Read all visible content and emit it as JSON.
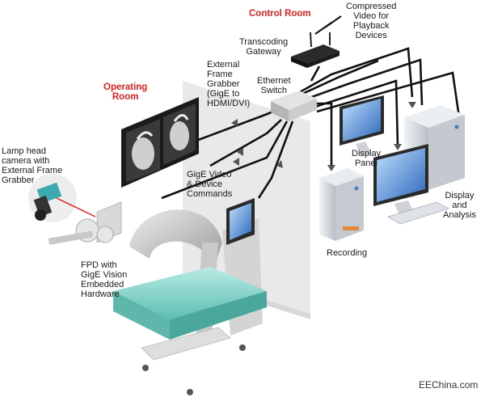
{
  "labels": {
    "control_room": "Control Room",
    "operating_room": "Operating\nRoom",
    "compressed_video": "Compressed\nVideo for\nPlayback\nDevices",
    "transcoding_gateway": "Transcoding\nGateway",
    "external_frame_grabber": "External\nFrame\nGrabber\n(GigE to\nHDMI/DVI)",
    "ethernet_switch": "Ethernet\nSwitch",
    "lamp_head_camera": "Lamp head\ncamera with\nExternal Frame\nGrabber",
    "gige_video": "GigE Video\n& Device\nCommands",
    "display_panel": "Display\nPanel",
    "display_analysis": "Display\nand\nAnalysis",
    "recording": "Recording",
    "fpd": "FPD with\nGigE Vision\nEmbedded\nHardware",
    "watermark": "EEChina.com"
  },
  "colors": {
    "label_red": "#e02020",
    "cable": "#111111",
    "device_blue": "#4a7fc0",
    "bed_teal": "#7fd0c8"
  }
}
